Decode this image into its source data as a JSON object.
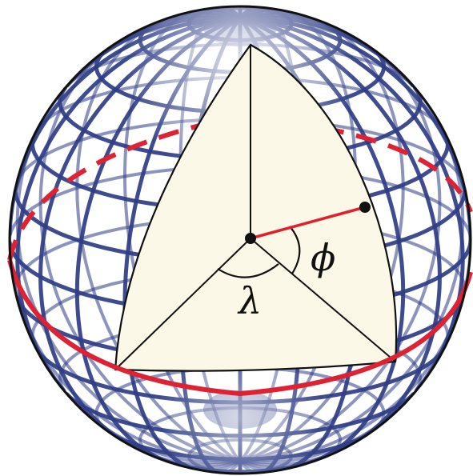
{
  "labels": {
    "longitude": "λ",
    "latitude": "ϕ"
  },
  "colors": {
    "grid": "#2e3d86",
    "grid_highlight": "#d9dcf0",
    "sphere_fill": "#ffffff",
    "wedge_fill": "#fbf8e8",
    "equator": "#dd2233",
    "outline": "#111111",
    "radius_line": "#e0202a",
    "construction_line": "#111111"
  },
  "geometry": {
    "lines_of_longitude": 24,
    "lines_of_latitude": 14
  },
  "icons": {
    "center_point": "point",
    "surface_point": "point"
  }
}
